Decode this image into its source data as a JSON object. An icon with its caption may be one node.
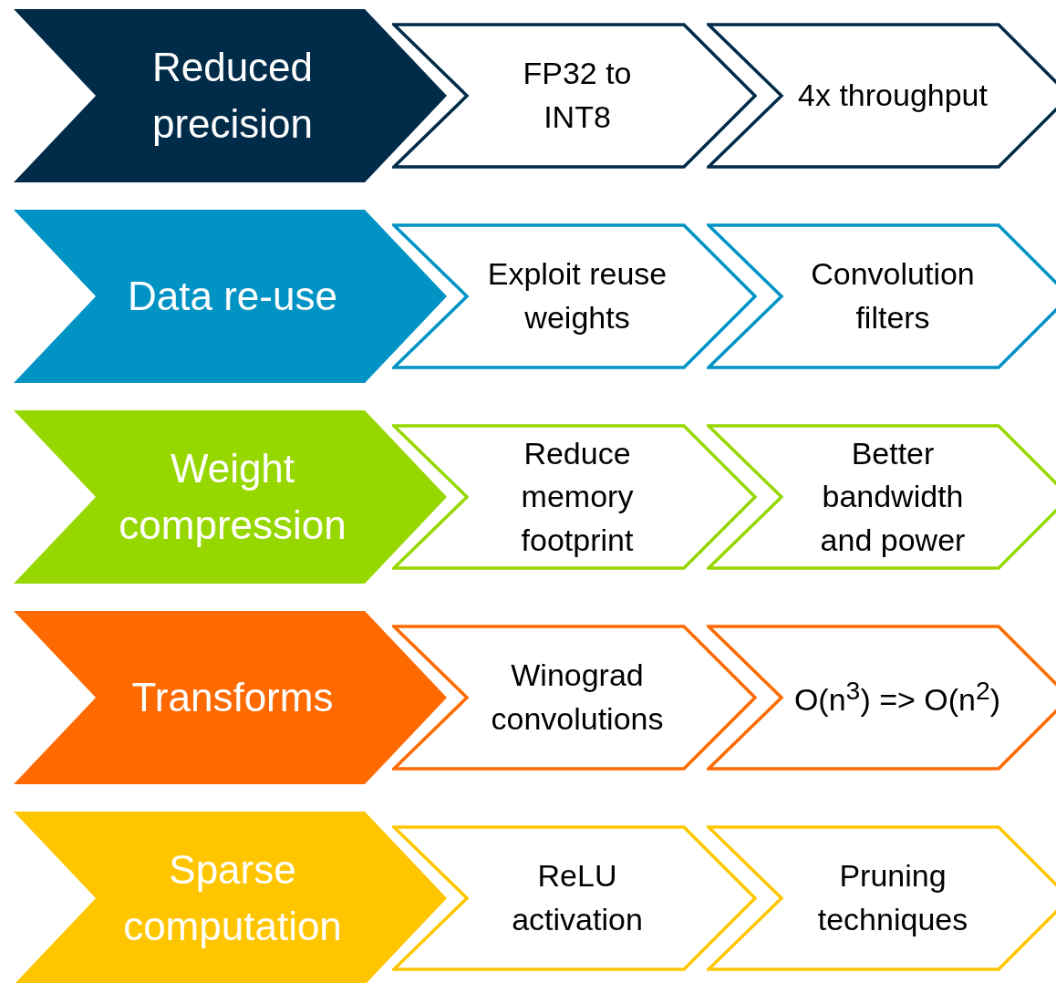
{
  "diagram": {
    "nodes": [
      {
        "text": [
          "Reduced precision"
        ]
      },
      {
        "text": [
          "FP32 to INT8"
        ]
      },
      {
        "text": [
          "4x throughput"
        ]
      },
      {
        "text": [
          "Data re-use"
        ]
      },
      {
        "text": [
          "Exploit reuse weights"
        ]
      },
      {
        "text": [
          "Convolution filters"
        ]
      },
      {
        "text": [
          "Weight compression"
        ]
      },
      {
        "text": [
          "Reduce memory footprint"
        ]
      },
      {
        "text": [
          "Better bandwidth and power"
        ]
      },
      {
        "text": [
          "Transforms"
        ]
      },
      {
        "text": [
          "Winograd convolutions"
        ]
      },
      {
        "text": [
          "O(n$^{3}$) => O(n$^{2}$)"
        ]
      },
      {
        "text": [
          "Sparse computation"
        ]
      },
      {
        "text": [
          "ReLU activation"
        ]
      },
      {
        "text": [
          "Pruning techniques"
        ]
      }
    ]
  }
}
